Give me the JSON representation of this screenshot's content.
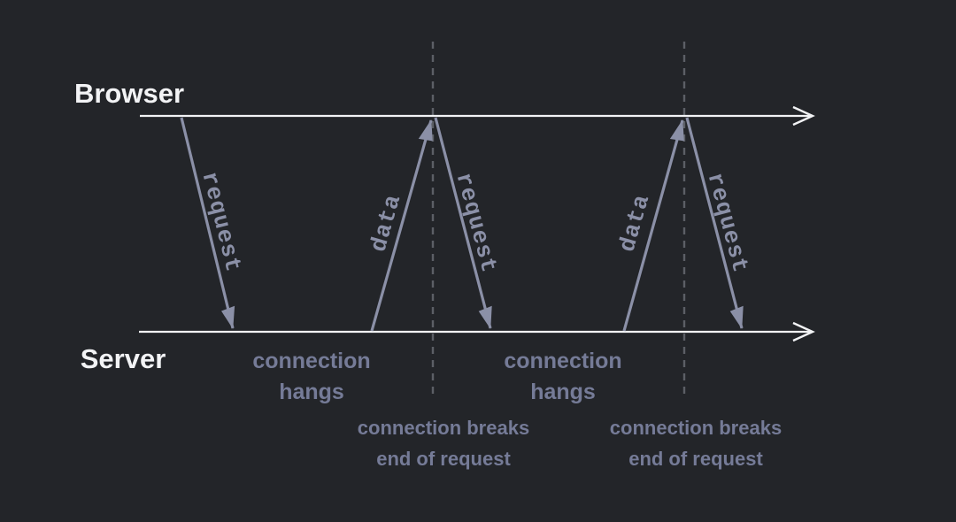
{
  "colors": {
    "background": "#232529",
    "timeline": "#f2f3f5",
    "arrow": "#8b90a7",
    "annotation": "#757b97",
    "dashed": "#5c5f66"
  },
  "actors": {
    "browser_label": "Browser",
    "server_label": "Server"
  },
  "messages": [
    {
      "label": "request",
      "direction": "browser-to-server"
    },
    {
      "label": "data",
      "direction": "server-to-browser"
    },
    {
      "label": "request",
      "direction": "browser-to-server"
    },
    {
      "label": "data",
      "direction": "server-to-browser"
    },
    {
      "label": "request",
      "direction": "browser-to-server"
    }
  ],
  "annotations": {
    "hangs": [
      {
        "text": "connection hangs"
      },
      {
        "text": "connection hangs"
      }
    ],
    "breaks": [
      {
        "line1": "connection breaks",
        "line2": "end of request"
      },
      {
        "line1": "connection breaks",
        "line2": "end of request"
      }
    ]
  }
}
